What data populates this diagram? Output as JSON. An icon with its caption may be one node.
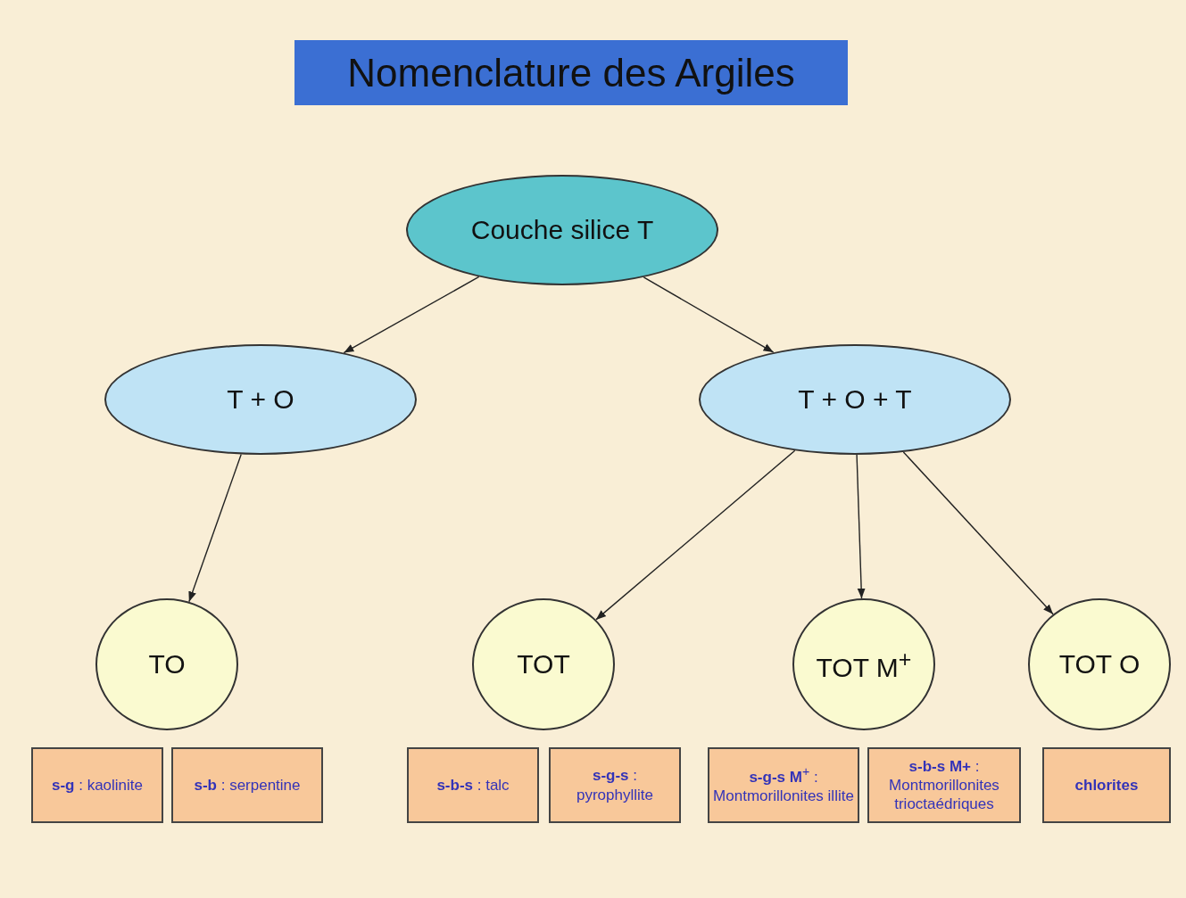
{
  "diagram": {
    "title": "Nomenclature des Argiles",
    "nodes": [
      {
        "text": [
          "Couche silice T"
        ]
      },
      {
        "text": [
          "T + O"
        ]
      },
      {
        "text": [
          "T + O + T"
        ]
      },
      {
        "text": [
          "TO"
        ]
      },
      {
        "text": [
          "TOT"
        ]
      },
      {
        "text": [
          "TOT M$^{+}$"
        ]
      },
      {
        "text": [
          "TOT O"
        ]
      },
      {
        "text": [
          "**s-g** : kaolinite"
        ]
      },
      {
        "text": [
          "**s-b** : serpentine"
        ]
      },
      {
        "text": [
          "**s-b-s** : talc"
        ]
      },
      {
        "text": [
          "**s-g-s** :",
          "pyrophyllite"
        ]
      },
      {
        "text": [
          "**s-g-s M**$^{+}$ :",
          "Montmorillonites illite"
        ]
      },
      {
        "text": [
          "**s-b-s M+** :",
          "Montmorillonites trioctaédriques"
        ]
      },
      {
        "text": [
          "**chlorites**"
        ]
      }
    ],
    "edges": [
      {
        "from": 0,
        "to": 1,
        "arrow": "to"
      },
      {
        "from": 0,
        "to": 2,
        "arrow": "to"
      },
      {
        "from": 1,
        "to": 3,
        "arrow": "to"
      },
      {
        "from": 2,
        "to": 4,
        "arrow": "to"
      },
      {
        "from": 2,
        "to": 5,
        "arrow": "to"
      },
      {
        "from": 2,
        "to": 6,
        "arrow": "to"
      }
    ]
  }
}
